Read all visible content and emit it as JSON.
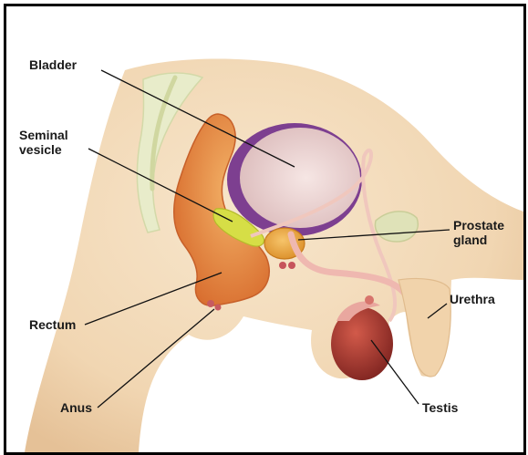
{
  "diagram": {
    "labels": {
      "bladder": "Bladder",
      "seminal_vesicle_line1": "Seminal",
      "seminal_vesicle_line2": "vesicle",
      "prostate_line1": "Prostate",
      "prostate_line2": "gland",
      "urethra": "Urethra",
      "rectum": "Rectum",
      "anus": "Anus",
      "testis": "Testis"
    },
    "colors": {
      "frame": "#000000",
      "skin": "#f3dcbc",
      "skin_shadow": "#e6c59a",
      "bone": "#e9edc9",
      "bladder_wall": "#7b3f8f",
      "bladder_inner": "#ecd6d6",
      "rectum": "#e38a3f",
      "seminal_vesicle": "#d9e04a",
      "prostate": "#e8a23c",
      "urethra": "#efb8b0",
      "testis": "#a5352f",
      "leader_line": "#111111"
    }
  }
}
